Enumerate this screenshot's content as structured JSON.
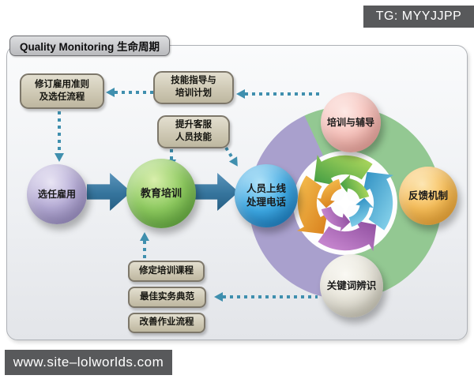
{
  "title": "Quality Monitoring 生命周期",
  "watermarks": {
    "top_right": "TG: MYYJJPP",
    "bottom_left": "www.site–lolworlds.com"
  },
  "boxes": [
    {
      "id": "revise-hiring-criteria",
      "lines": [
        "修订雇用准则",
        "及选任流程"
      ]
    },
    {
      "id": "skill-coaching-plan",
      "lines": [
        "技能指导与",
        "培训计划"
      ]
    },
    {
      "id": "improve-agent-skill",
      "lines": [
        "提升客服",
        "人员技能"
      ]
    },
    {
      "id": "revise-training-course",
      "lines": [
        "修定培训课程"
      ]
    },
    {
      "id": "best-practice",
      "lines": [
        "最佳实务典范"
      ]
    },
    {
      "id": "improve-work-process",
      "lines": [
        "改善作业流程"
      ]
    }
  ],
  "spheres": [
    {
      "id": "selection-hiring",
      "lines": [
        "选任雇用"
      ],
      "color": "#a79ccd"
    },
    {
      "id": "education-training",
      "lines": [
        "教育培训"
      ],
      "color": "#7fc653"
    },
    {
      "id": "agent-online",
      "lines": [
        "人员上线",
        "处理电话"
      ],
      "color": "#2d9fdc"
    },
    {
      "id": "training-coaching",
      "lines": [
        "培训与辅导"
      ],
      "color": "#f3b8b1"
    },
    {
      "id": "feedback-mechanism",
      "lines": [
        "反馈机制"
      ],
      "color": "#f5b747"
    },
    {
      "id": "keyword-recognition",
      "lines": [
        "关键词辨识"
      ],
      "color": "#dedbd0"
    }
  ],
  "colors": {
    "watermark_bg": "#58595b",
    "panel_bg": "#eef0f3",
    "box_bg": "#cdc7b2",
    "box_border": "#7d776a",
    "ring_purple": "#a9a0cd",
    "ring_green": "#93c892",
    "solid_arrow_blue": "#35749c",
    "dotted_arrow_teal": "#3f8fae",
    "cycle_green": "#4d9f42",
    "cycle_teal": "#3d9fcb",
    "cycle_orange": "#dd8b22",
    "cycle_purple": "#9c56ad"
  }
}
